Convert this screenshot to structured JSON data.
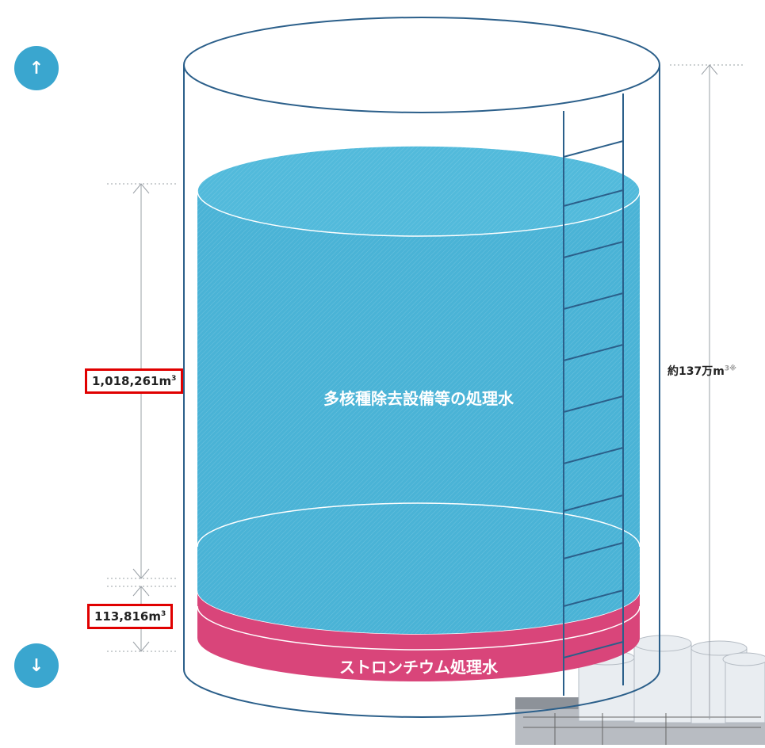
{
  "nav": {
    "up_icon": "arrow-up-icon",
    "down_icon": "arrow-down-icon",
    "up_glyph": "↑",
    "down_glyph": "↓"
  },
  "labels": {
    "alps_volume": "1,018,261m",
    "alps_unit_sup": "3",
    "strontium_volume": "113,816m",
    "strontium_unit_sup": "3",
    "total_volume": "約137万m",
    "total_unit_sup": "3※",
    "alps_water": "多核種除去設備等の処理水",
    "strontium_water": "ストロンチウム処理水"
  },
  "colors": {
    "alps": "#4ab3d6",
    "strontium": "#d9457a",
    "outline": "#2b5f8a",
    "accent": "#3aa6cf",
    "highlight": "#e00000"
  },
  "illustration": {
    "background_photo": "storage-tanks-photo"
  }
}
